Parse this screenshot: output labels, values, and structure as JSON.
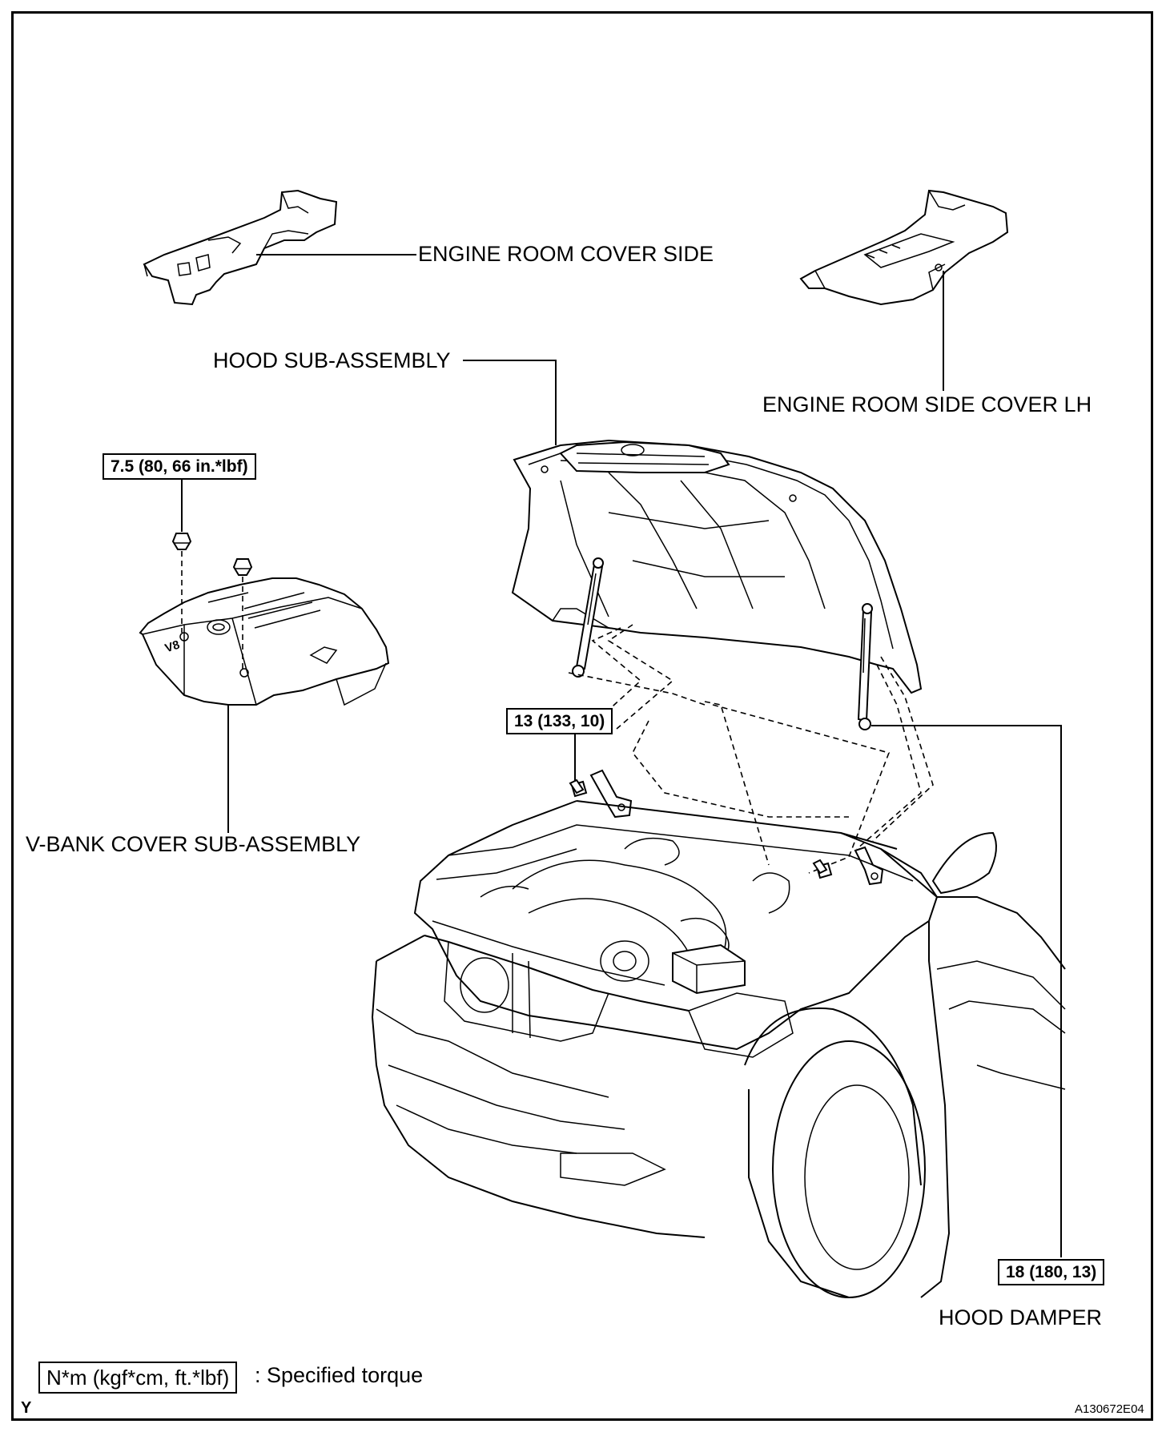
{
  "labels": {
    "engine_room_cover_side": "ENGINE ROOM COVER SIDE",
    "engine_room_side_cover_lh": "ENGINE ROOM SIDE COVER LH",
    "hood_sub_assembly": "HOOD SUB-ASSEMBLY",
    "v_bank_cover_sub_assembly": "V-BANK COVER SUB-ASSEMBLY",
    "hood_damper": "HOOD DAMPER"
  },
  "torques": {
    "v_bank_nut": "7.5 (80, 66 in.*lbf)",
    "hood_hinge_bolt": "13 (133, 10)",
    "hood_damper_bolt": "18 (180, 13)"
  },
  "legend": {
    "unit_box": "N*m (kgf*cm, ft.*lbf)",
    "description": ": Specified torque"
  },
  "corner_marks": {
    "left": "Y",
    "right": "A130672E04"
  },
  "emblem": {
    "v8": "V8"
  }
}
